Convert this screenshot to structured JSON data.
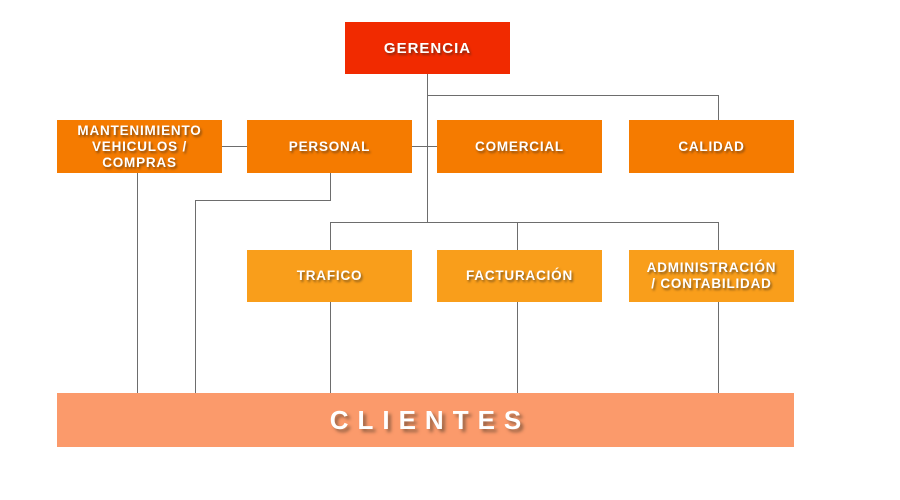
{
  "org": {
    "colors": {
      "top": "#f12a00",
      "departments": "#f57b00",
      "operations": "#f99e1b",
      "clients": "#fb9a6b",
      "connector": "#6d6d6d"
    },
    "nodes": {
      "gerencia": {
        "label": "GERENCIA"
      },
      "mantenimiento": {
        "label": [
          "MANTENIMIENTO",
          "VEHICULOS /",
          "COMPRAS"
        ]
      },
      "personal": {
        "label": "PERSONAL"
      },
      "comercial": {
        "label": "COMERCIAL"
      },
      "calidad": {
        "label": "CALIDAD"
      },
      "trafico": {
        "label": "TRAFICO"
      },
      "facturacion": {
        "label": "FACTURACIÓN"
      },
      "administracion": {
        "label": [
          "ADMINISTRACIÓN",
          "/ CONTABILIDAD"
        ]
      },
      "clientes": {
        "label": "CLIENTES"
      }
    },
    "edges": [
      {
        "from": "gerencia",
        "to": "comercial"
      },
      {
        "from": "gerencia",
        "to": "calidad"
      },
      {
        "from": "gerencia",
        "to": "trafico"
      },
      {
        "from": "gerencia",
        "to": "facturacion"
      },
      {
        "from": "gerencia",
        "to": "administracion"
      },
      {
        "from": "mantenimiento",
        "to": "personal"
      },
      {
        "from": "personal",
        "to": "comercial"
      },
      {
        "from": "mantenimiento",
        "to": "clientes"
      },
      {
        "from": "personal",
        "to": "clientes"
      },
      {
        "from": "trafico",
        "to": "clientes"
      },
      {
        "from": "facturacion",
        "to": "clientes"
      },
      {
        "from": "administracion",
        "to": "clientes"
      }
    ]
  }
}
